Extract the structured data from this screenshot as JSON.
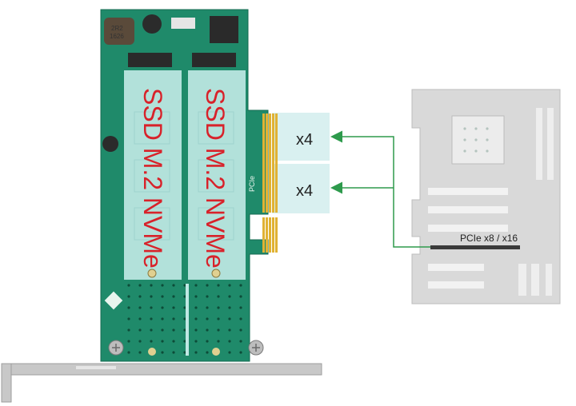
{
  "card": {
    "ssd_slot_1": "SSD M.2 NVMe",
    "ssd_slot_2": "SSD M.2 NVMe",
    "inductor_code": "2R2\n1626",
    "pcb_marking": "PCIe"
  },
  "lanes": [
    {
      "label": "x4"
    },
    {
      "label": "x4"
    }
  ],
  "motherboard": {
    "slot_label": "PCIe x8 / x16"
  },
  "colors": {
    "pcb": "#1f8a6a",
    "ssd_text": "#d8222a",
    "arrow": "#2e9a4c",
    "lane_box": "#d9f0f0",
    "motherboard": "#d9d9d9",
    "bracket": "#c8c8c8",
    "gold": "#e0b233"
  },
  "icons": [
    "ground-symbol-icon",
    "screw-icon",
    "arrow-icon"
  ]
}
